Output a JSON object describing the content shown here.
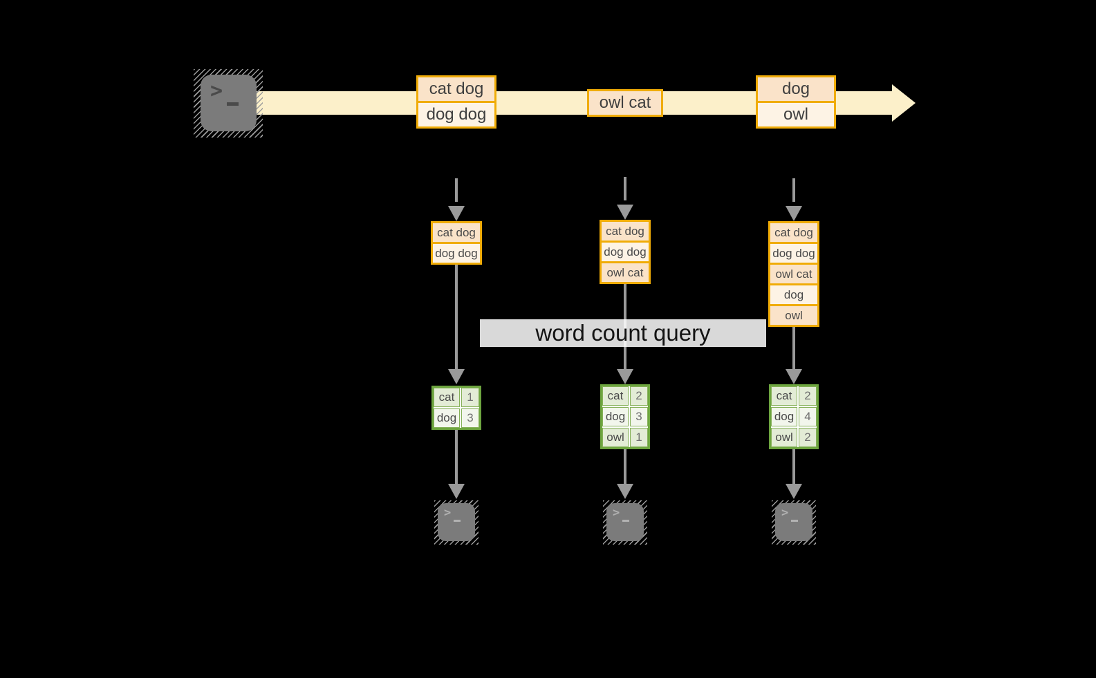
{
  "diagram": {
    "banner": {
      "label": "word count query"
    },
    "source": {
      "icon": "terminal-icon"
    },
    "stream_events": [
      {
        "lines": [
          "cat dog",
          "dog dog"
        ]
      },
      {
        "lines": [
          "owl cat"
        ]
      },
      {
        "lines": [
          "dog",
          "owl"
        ]
      }
    ],
    "columns": [
      {
        "buffer": [
          "cat dog",
          "dog dog"
        ],
        "counts": [
          {
            "word": "cat",
            "count": "1"
          },
          {
            "word": "dog",
            "count": "3"
          }
        ]
      },
      {
        "buffer": [
          "cat dog",
          "dog dog",
          "owl cat"
        ],
        "counts": [
          {
            "word": "cat",
            "count": "2"
          },
          {
            "word": "dog",
            "count": "3"
          },
          {
            "word": "owl",
            "count": "1"
          }
        ]
      },
      {
        "buffer": [
          "cat dog",
          "dog dog",
          "owl cat",
          "dog",
          "owl"
        ],
        "counts": [
          {
            "word": "cat",
            "count": "2"
          },
          {
            "word": "dog",
            "count": "4"
          },
          {
            "word": "owl",
            "count": "2"
          }
        ]
      }
    ],
    "colors": {
      "background": "#000000",
      "stream_band": "#fcf0ca",
      "event_fill_a": "#fae3c9",
      "event_fill_b": "#fdf3e5",
      "event_border": "#f0ac07",
      "table_border": "#6da53f",
      "table_fill_a": "#e3ecd6",
      "table_fill_b": "#f2f6ec",
      "arrow_gray": "#9a9a9a"
    }
  }
}
